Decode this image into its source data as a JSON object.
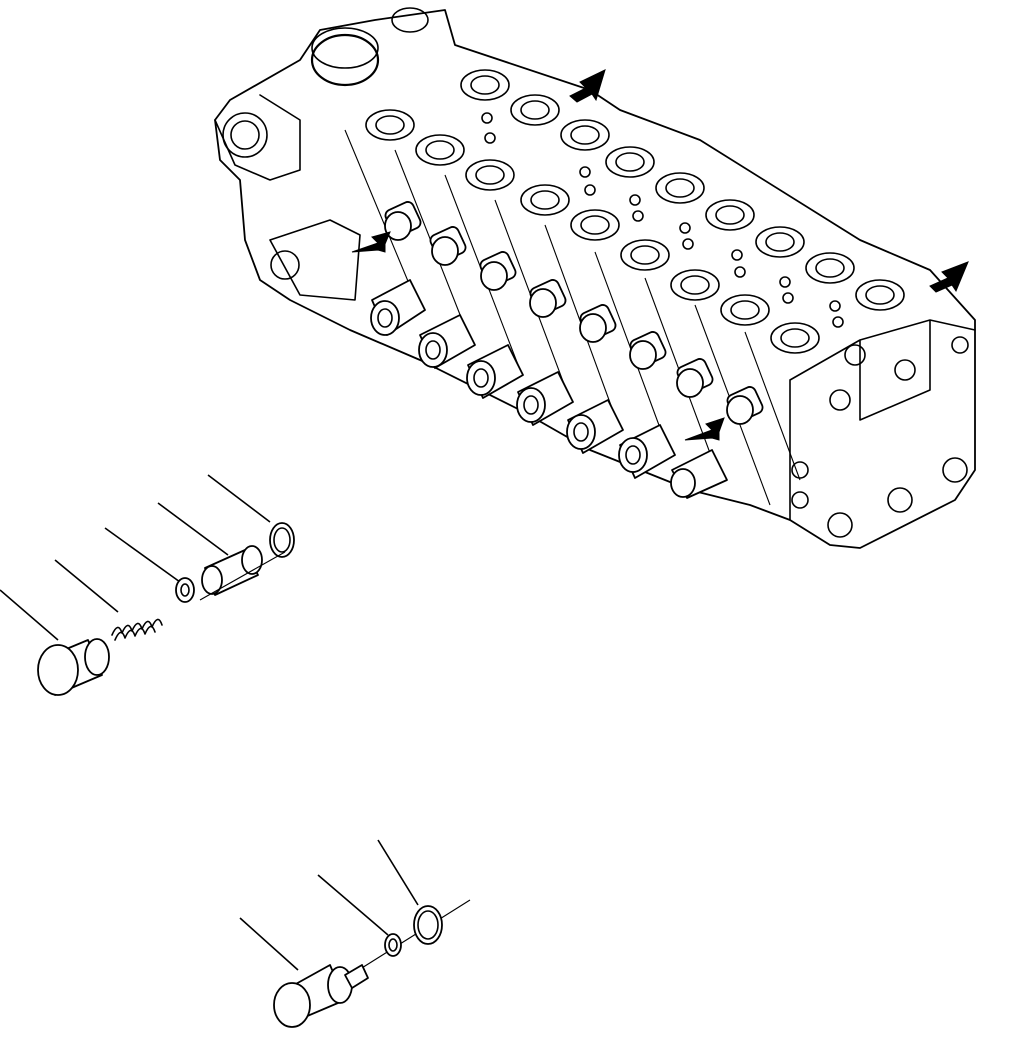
{
  "figure": {
    "subject_icons": {
      "main_assembly": "control-valve-body",
      "upper_group": "relief-valve-parts",
      "lower_group": "plug-parts"
    },
    "arrow_color": "#000000",
    "line_color": "#000000",
    "background": "#ffffff"
  }
}
